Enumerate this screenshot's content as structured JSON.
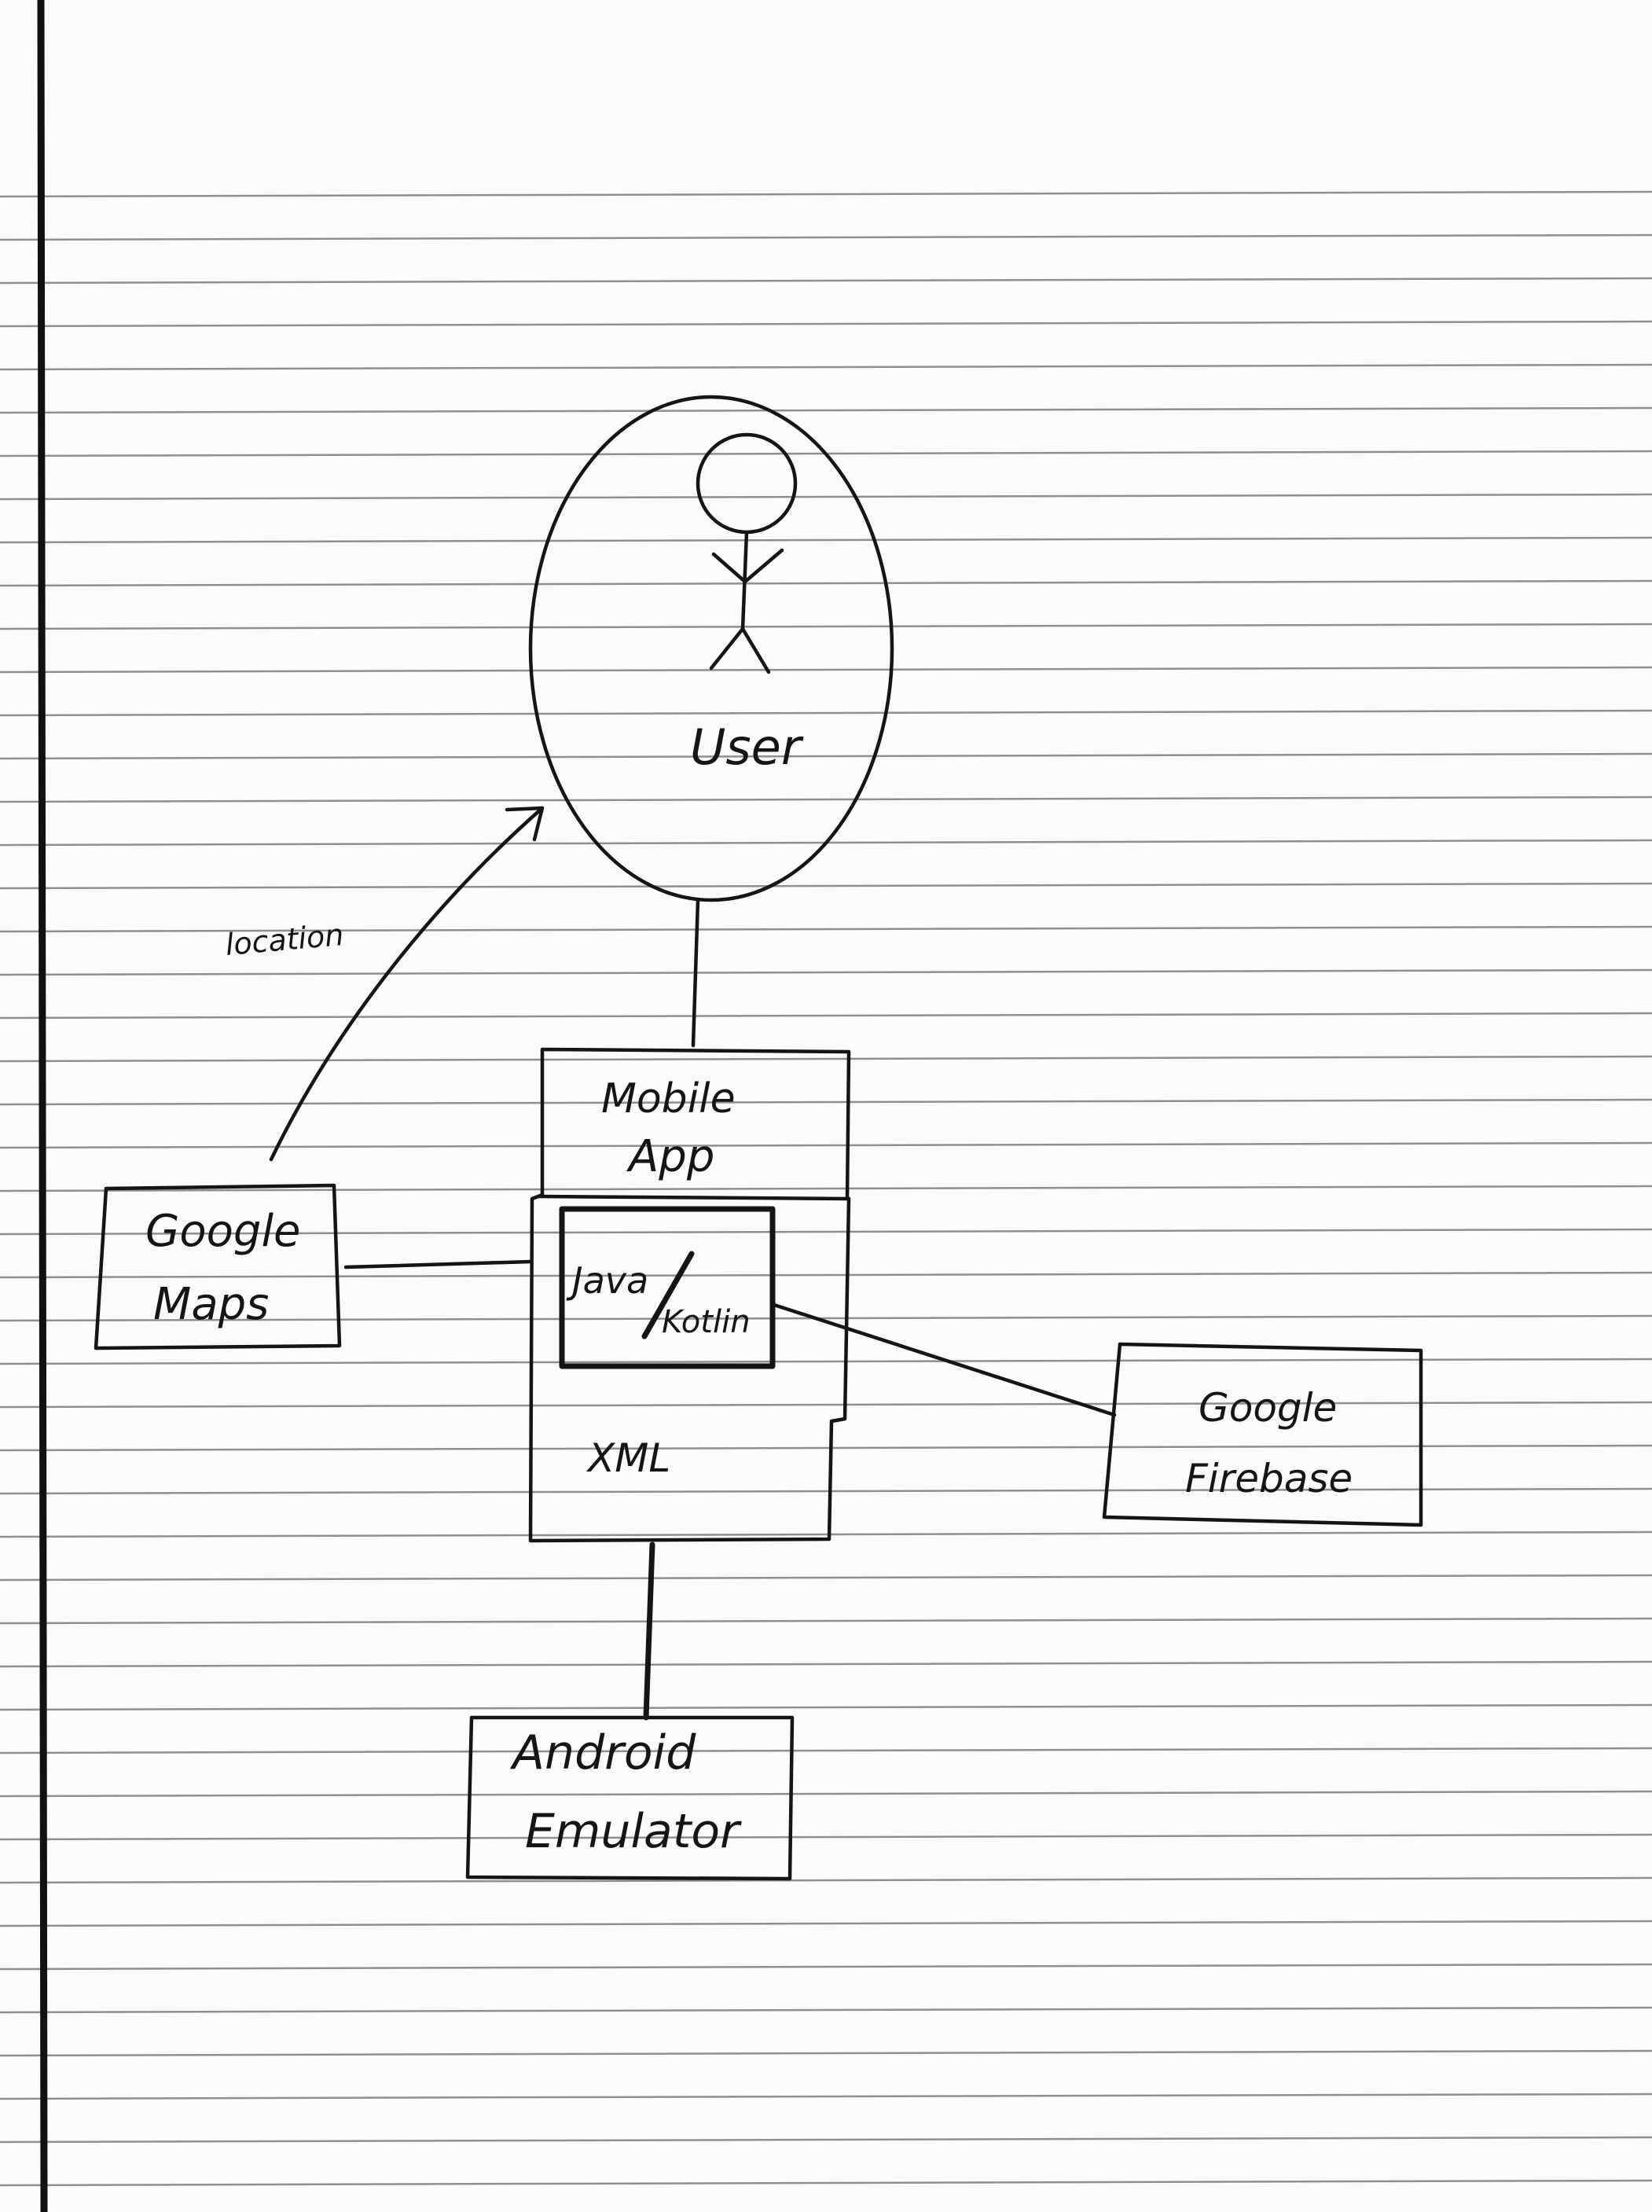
{
  "diagram": {
    "user_label": "User",
    "location_label": "location",
    "mobile_app_label_line1": "Mobile",
    "mobile_app_label_line2": "App",
    "java_kotlin_label_part1": "Java",
    "java_kotlin_label_part2": "Kotlin",
    "xml_label": "XML",
    "google_maps_label_line1": "Google",
    "google_maps_label_line2": "Maps",
    "google_firebase_label_line1": "Google",
    "google_firebase_label_line2": "Firebase",
    "android_emulator_label_line1": "Android",
    "android_emulator_label_line2": "Emulator"
  },
  "colors": {
    "paper": "#fbfbfb",
    "ink": "#151515",
    "rule": "#8f8f8f"
  }
}
